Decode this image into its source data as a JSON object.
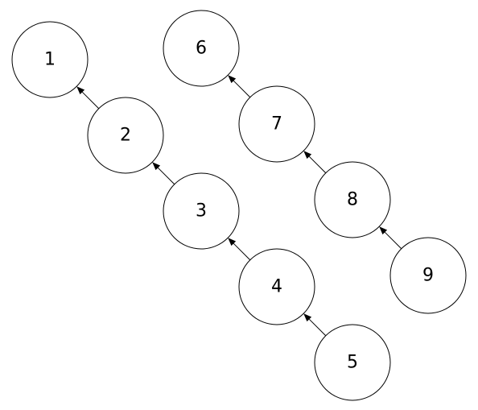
{
  "diagram": {
    "nodes": [
      {
        "id": "1",
        "label": "1"
      },
      {
        "id": "2",
        "label": "2"
      },
      {
        "id": "3",
        "label": "3"
      },
      {
        "id": "4",
        "label": "4"
      },
      {
        "id": "5",
        "label": "5"
      },
      {
        "id": "6",
        "label": "6"
      },
      {
        "id": "7",
        "label": "7"
      },
      {
        "id": "8",
        "label": "8"
      },
      {
        "id": "9",
        "label": "9"
      }
    ],
    "edges": [
      {
        "from": "2",
        "to": "1"
      },
      {
        "from": "3",
        "to": "2"
      },
      {
        "from": "4",
        "to": "3"
      },
      {
        "from": "5",
        "to": "4"
      },
      {
        "from": "7",
        "to": "6"
      },
      {
        "from": "8",
        "to": "7"
      },
      {
        "from": "9",
        "to": "8"
      }
    ],
    "colors": {
      "stroke": "#000000",
      "fill": "#ffffff",
      "text": "#000000"
    }
  }
}
